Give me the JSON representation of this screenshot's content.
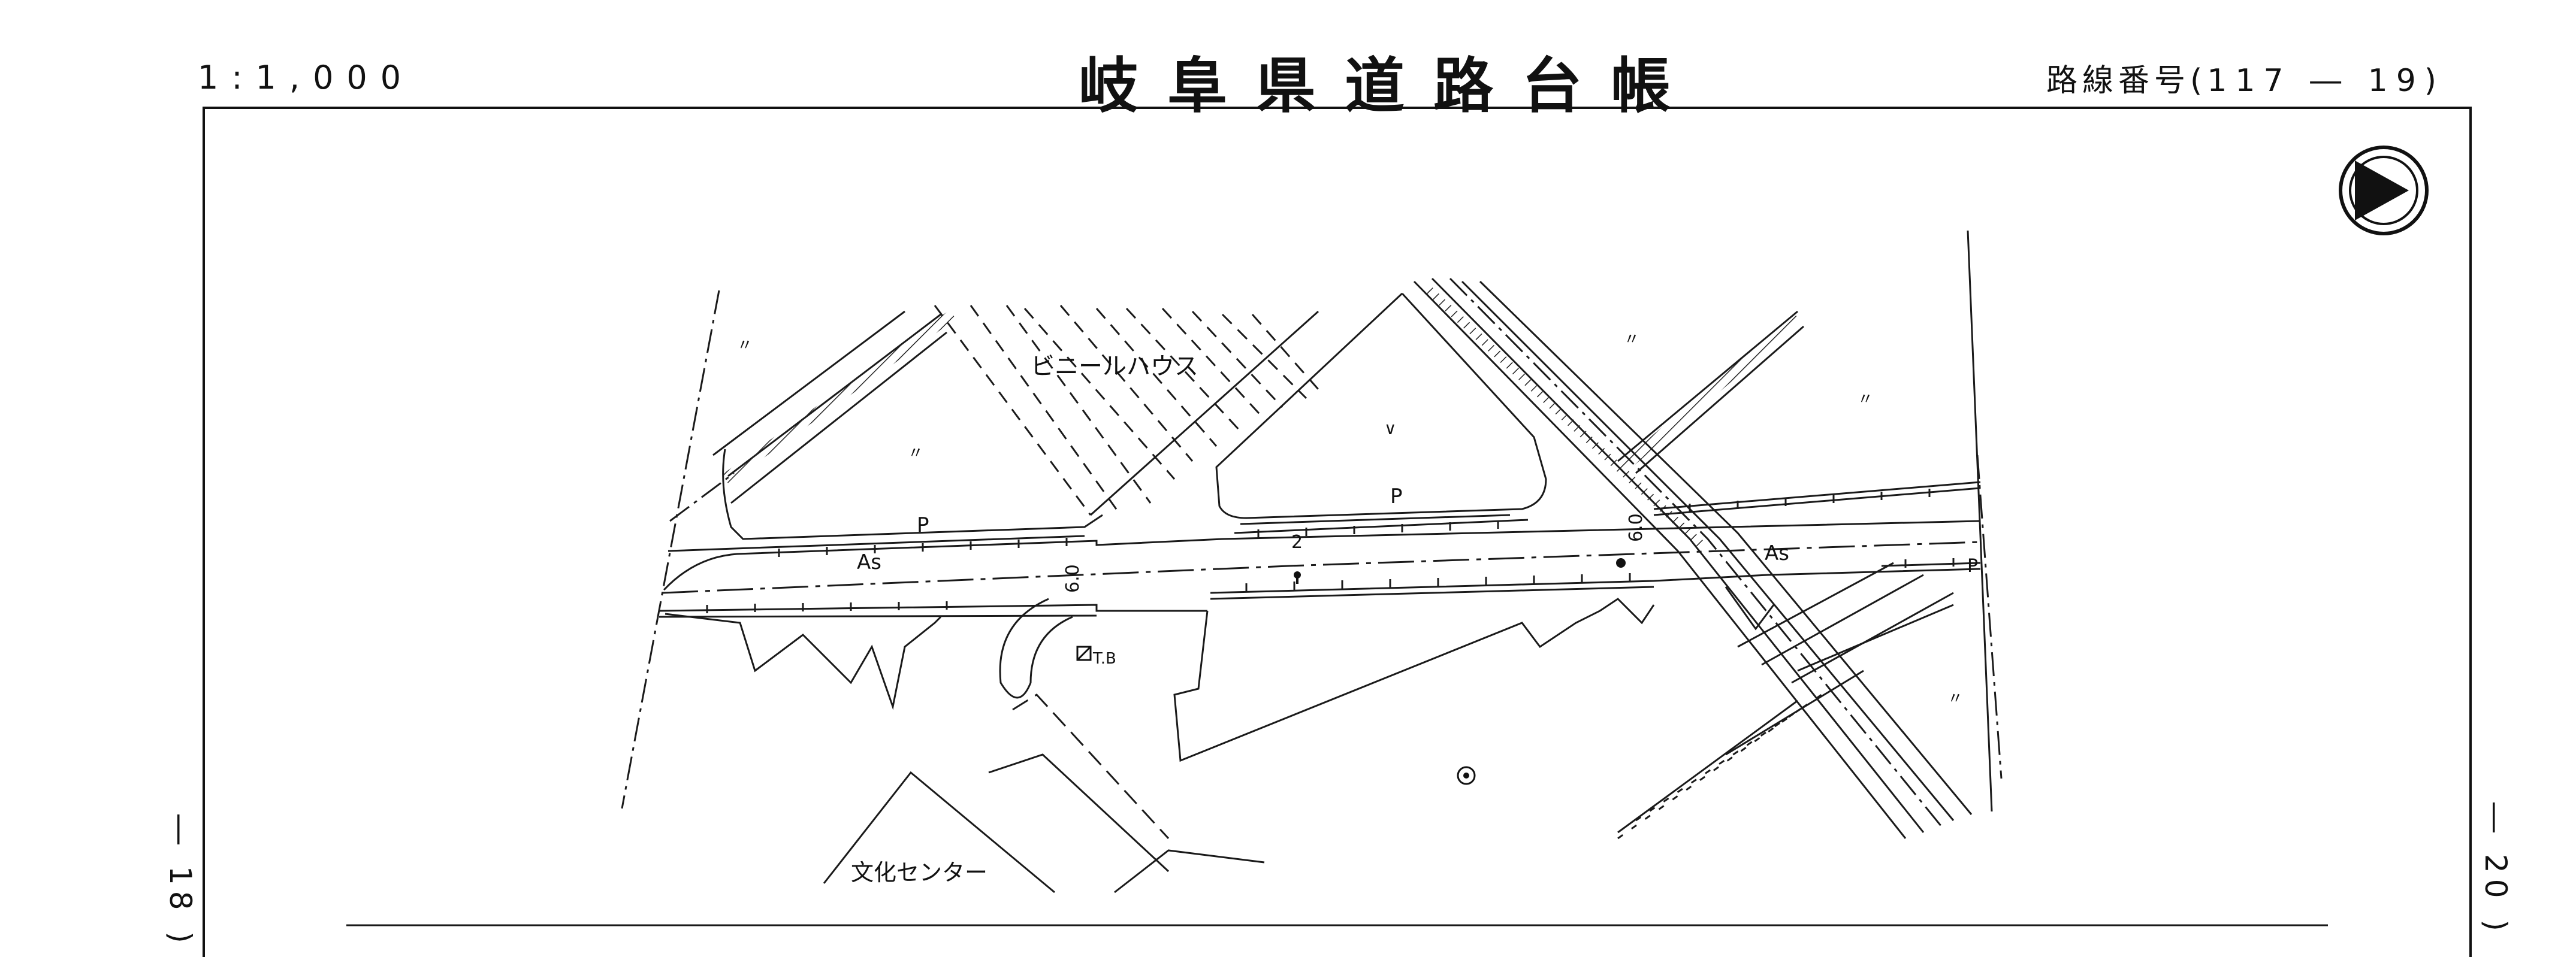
{
  "header": {
    "scale": "1:1,000",
    "title": "岐阜県道路台帳",
    "route_label": "路線番号",
    "route_open": "(",
    "route_number": "117 ― 19",
    "route_close": ")"
  },
  "margins": {
    "prev_sheet": "― 18 )",
    "next_sheet": "― 20 )"
  },
  "map": {
    "labels": {
      "greenhouse": "ビニールハウス",
      "culture_center": "文化センター",
      "asphalt_1": "As",
      "asphalt_2": "As",
      "parking_1": "P",
      "parking_2": "P",
      "parking_3": "P",
      "width_1": "6.0",
      "width_2": "6.0",
      "post_num": "2",
      "tb": "T.B",
      "paddy_1": "〃",
      "paddy_2": "〃",
      "paddy_3": "〃",
      "paddy_4": "〃",
      "paddy_5": "〃",
      "field_1": "∨"
    },
    "icons": [
      "north-arrow-icon",
      "shrine-icon",
      "post-icon",
      "manhole-icon"
    ]
  }
}
